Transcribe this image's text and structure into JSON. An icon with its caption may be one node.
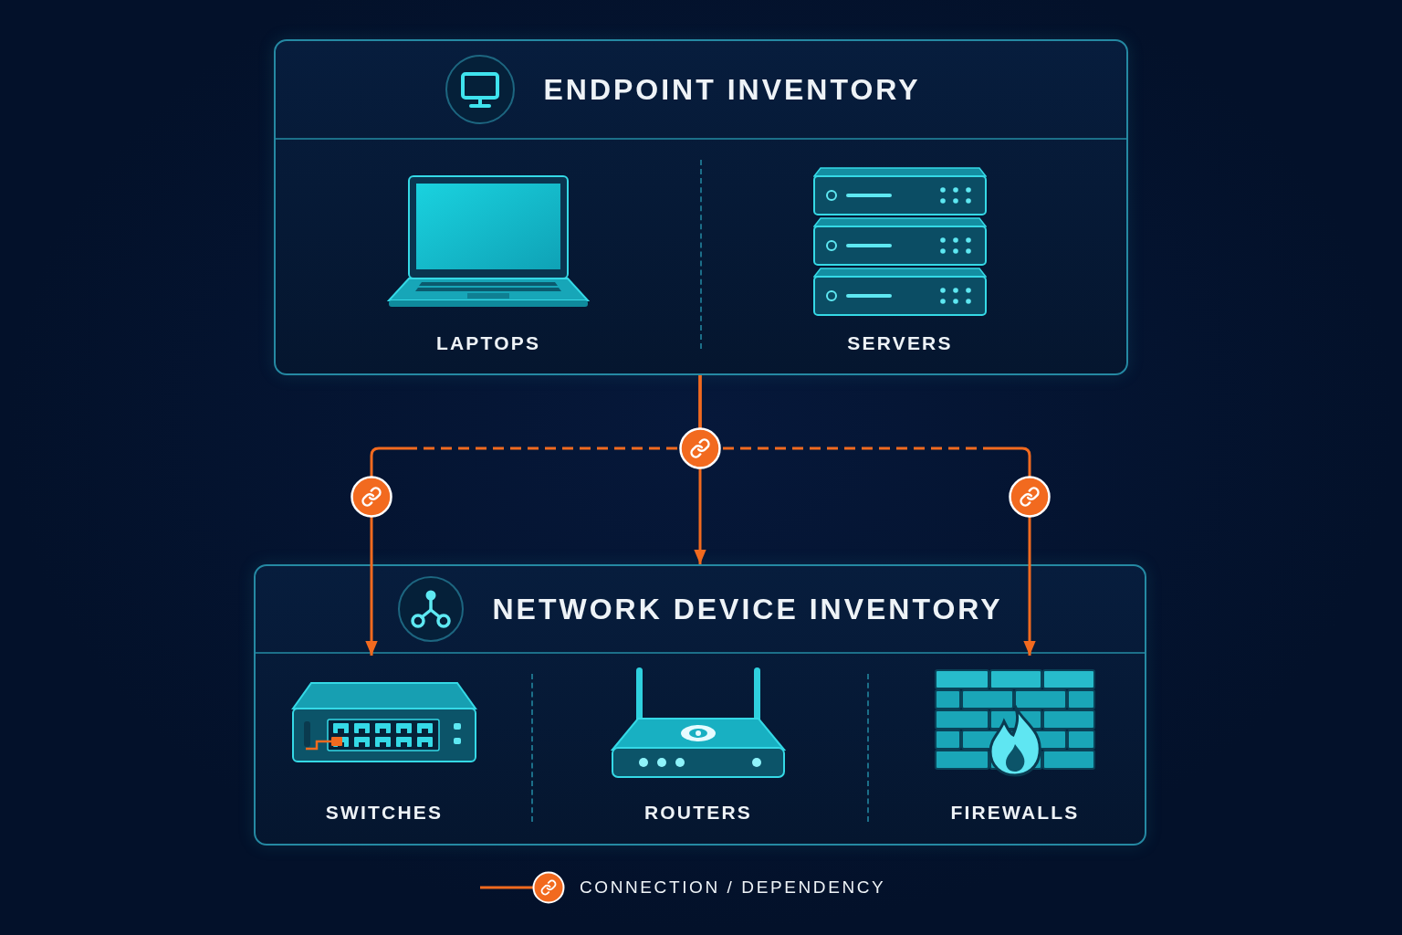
{
  "diagram": {
    "nodes": [
      {
        "text": [
          "ENDPOINT INVENTORY"
        ]
      },
      {
        "text": [
          "LAPTOPS"
        ],
        "in": 0
      },
      {
        "text": [
          "SERVERS"
        ],
        "in": 0
      },
      {
        "text": [
          "NETWORK DEVICE INVENTORY"
        ]
      },
      {
        "text": [
          "SWITCHES"
        ],
        "in": 3
      },
      {
        "text": [
          "ROUTERS"
        ],
        "in": 3
      },
      {
        "text": [
          "FIREWALLS"
        ],
        "in": 3
      }
    ],
    "edges": [
      {
        "from": 0,
        "to": 3,
        "arrow": "to"
      },
      {
        "from": 0,
        "to": 4,
        "arrow": "to",
        "style": "dashed"
      },
      {
        "from": 0,
        "to": 6,
        "arrow": "to",
        "style": "dashed"
      }
    ],
    "legend": [
      {
        "text": "CONNECTION / DEPENDENCY"
      }
    ]
  }
}
